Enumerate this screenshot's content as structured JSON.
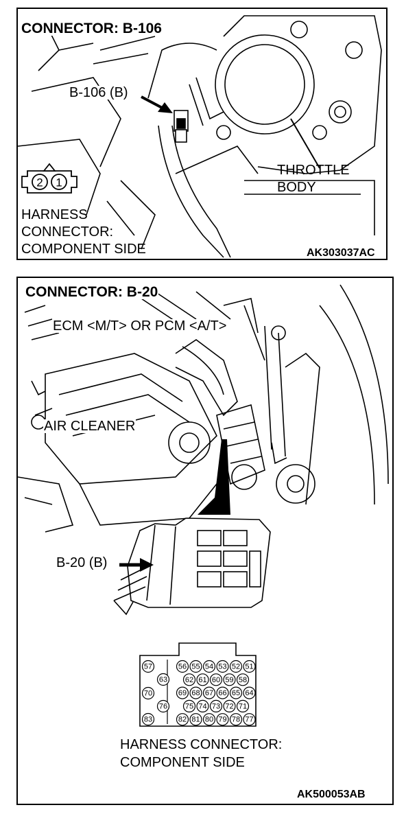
{
  "top_panel": {
    "title": "CONNECTOR: B-106",
    "connector_label": "B-106 (B)",
    "callout_line1": "THROTTLE",
    "callout_line2": "BODY",
    "harness_line1": "HARNESS",
    "harness_line2": "CONNECTOR:",
    "harness_line3": "COMPONENT SIDE",
    "figure_code": "AK303037AC",
    "pins": [
      "2",
      "1"
    ]
  },
  "bottom_panel": {
    "title": "CONNECTOR: B-20",
    "ecm_label": "ECM <M/T> OR PCM <A/T>",
    "air_cleaner_label": "AIR CLEANER",
    "connector_label": "B-20 (B)",
    "harness_line1": "HARNESS CONNECTOR:",
    "harness_line2": "COMPONENT SIDE",
    "figure_code": "AK500053AB",
    "pins_left": [
      "57",
      "63",
      "70",
      "76",
      "83"
    ],
    "pin_rows": [
      [
        "56",
        "55",
        "54",
        "53",
        "52",
        "51"
      ],
      [
        "62",
        "61",
        "60",
        "59",
        "58"
      ],
      [
        "69",
        "68",
        "67",
        "66",
        "65",
        "64"
      ],
      [
        "75",
        "74",
        "73",
        "72",
        "71"
      ],
      [
        "82",
        "81",
        "80",
        "79",
        "78",
        "77"
      ]
    ]
  }
}
